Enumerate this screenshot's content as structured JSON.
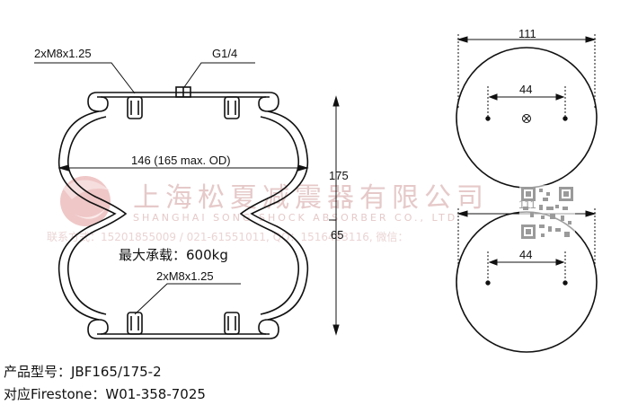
{
  "labels": {
    "thread_top": "2xM8x1.25",
    "air_port": "G1/4",
    "width_dim": "146 (165 max. OD)",
    "height_dim": "175",
    "min_height_dim": "65",
    "thread_bottom": "2xM8x1.25",
    "plate_dia_top": "111",
    "bolt_spacing_top": "44",
    "plate_dia_bottom": "111",
    "bolt_spacing_bottom": "44"
  },
  "watermark": {
    "company_cn": "上海松夏减震器有限公司",
    "company_en": "SHANGHAI SONG SHOCK ABSORBER CO., LTD",
    "contact": "联系方式：15201855009 / 021-61551011, QQ：1516483116, 微信："
  },
  "max_load": "最大承载：600kg",
  "product": {
    "model_line": "产品型号：JBF165/175-2",
    "firestone_line": "对应Firestone：W01-358-7025"
  },
  "colors": {
    "line": "#111111",
    "watermark": "#e6c9c9",
    "logo": "#e9b5b5"
  }
}
